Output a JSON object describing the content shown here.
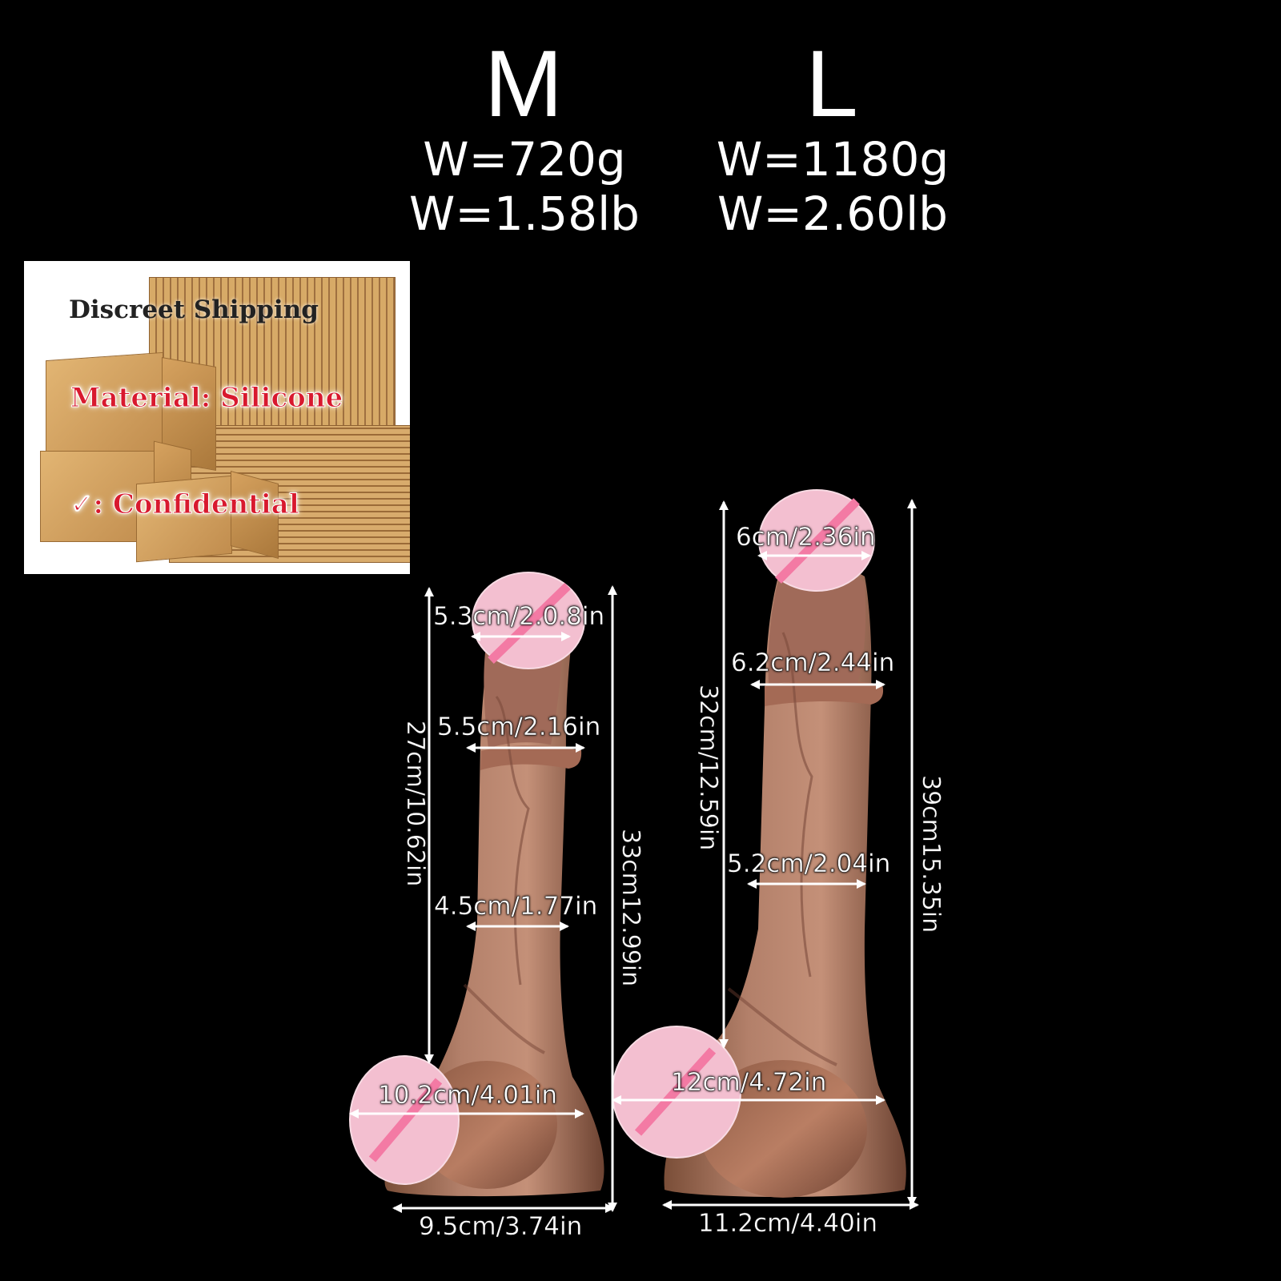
{
  "sizes": {
    "m": {
      "label": "M",
      "weight_g": "W=720g",
      "weight_lb": "W=1.58lb"
    },
    "l": {
      "label": "L",
      "weight_g": "W=1180g",
      "weight_lb": "W=2.60lb"
    }
  },
  "promo": {
    "heading": "Discreet Shipping",
    "material": "Material: Silicone",
    "confidential": "✓: Confidential"
  },
  "measurements": {
    "m": {
      "tip": "5.3cm/2.0.8in",
      "upper": "5.5cm/2.16in",
      "middle": "4.5cm/1.77in",
      "base": "10.2cm/4.01in",
      "foot": "9.5cm/3.74in",
      "insertable_length": "27cm/10.62in",
      "total_length": "33cm12.99in"
    },
    "l": {
      "tip": "6cm/2.36in",
      "upper": "6.2cm/2.44in",
      "middle": "5.2cm/2.04in",
      "base": "12cm/4.72in",
      "foot": "11.2cm/4.40in",
      "insertable_length": "32cm/12.59in",
      "total_length": "39cm15.35in"
    }
  },
  "colors": {
    "background": "#000000",
    "text": "#ffffff",
    "accent_red": "#d8192e",
    "pink_mark": "#f2b6c9"
  }
}
